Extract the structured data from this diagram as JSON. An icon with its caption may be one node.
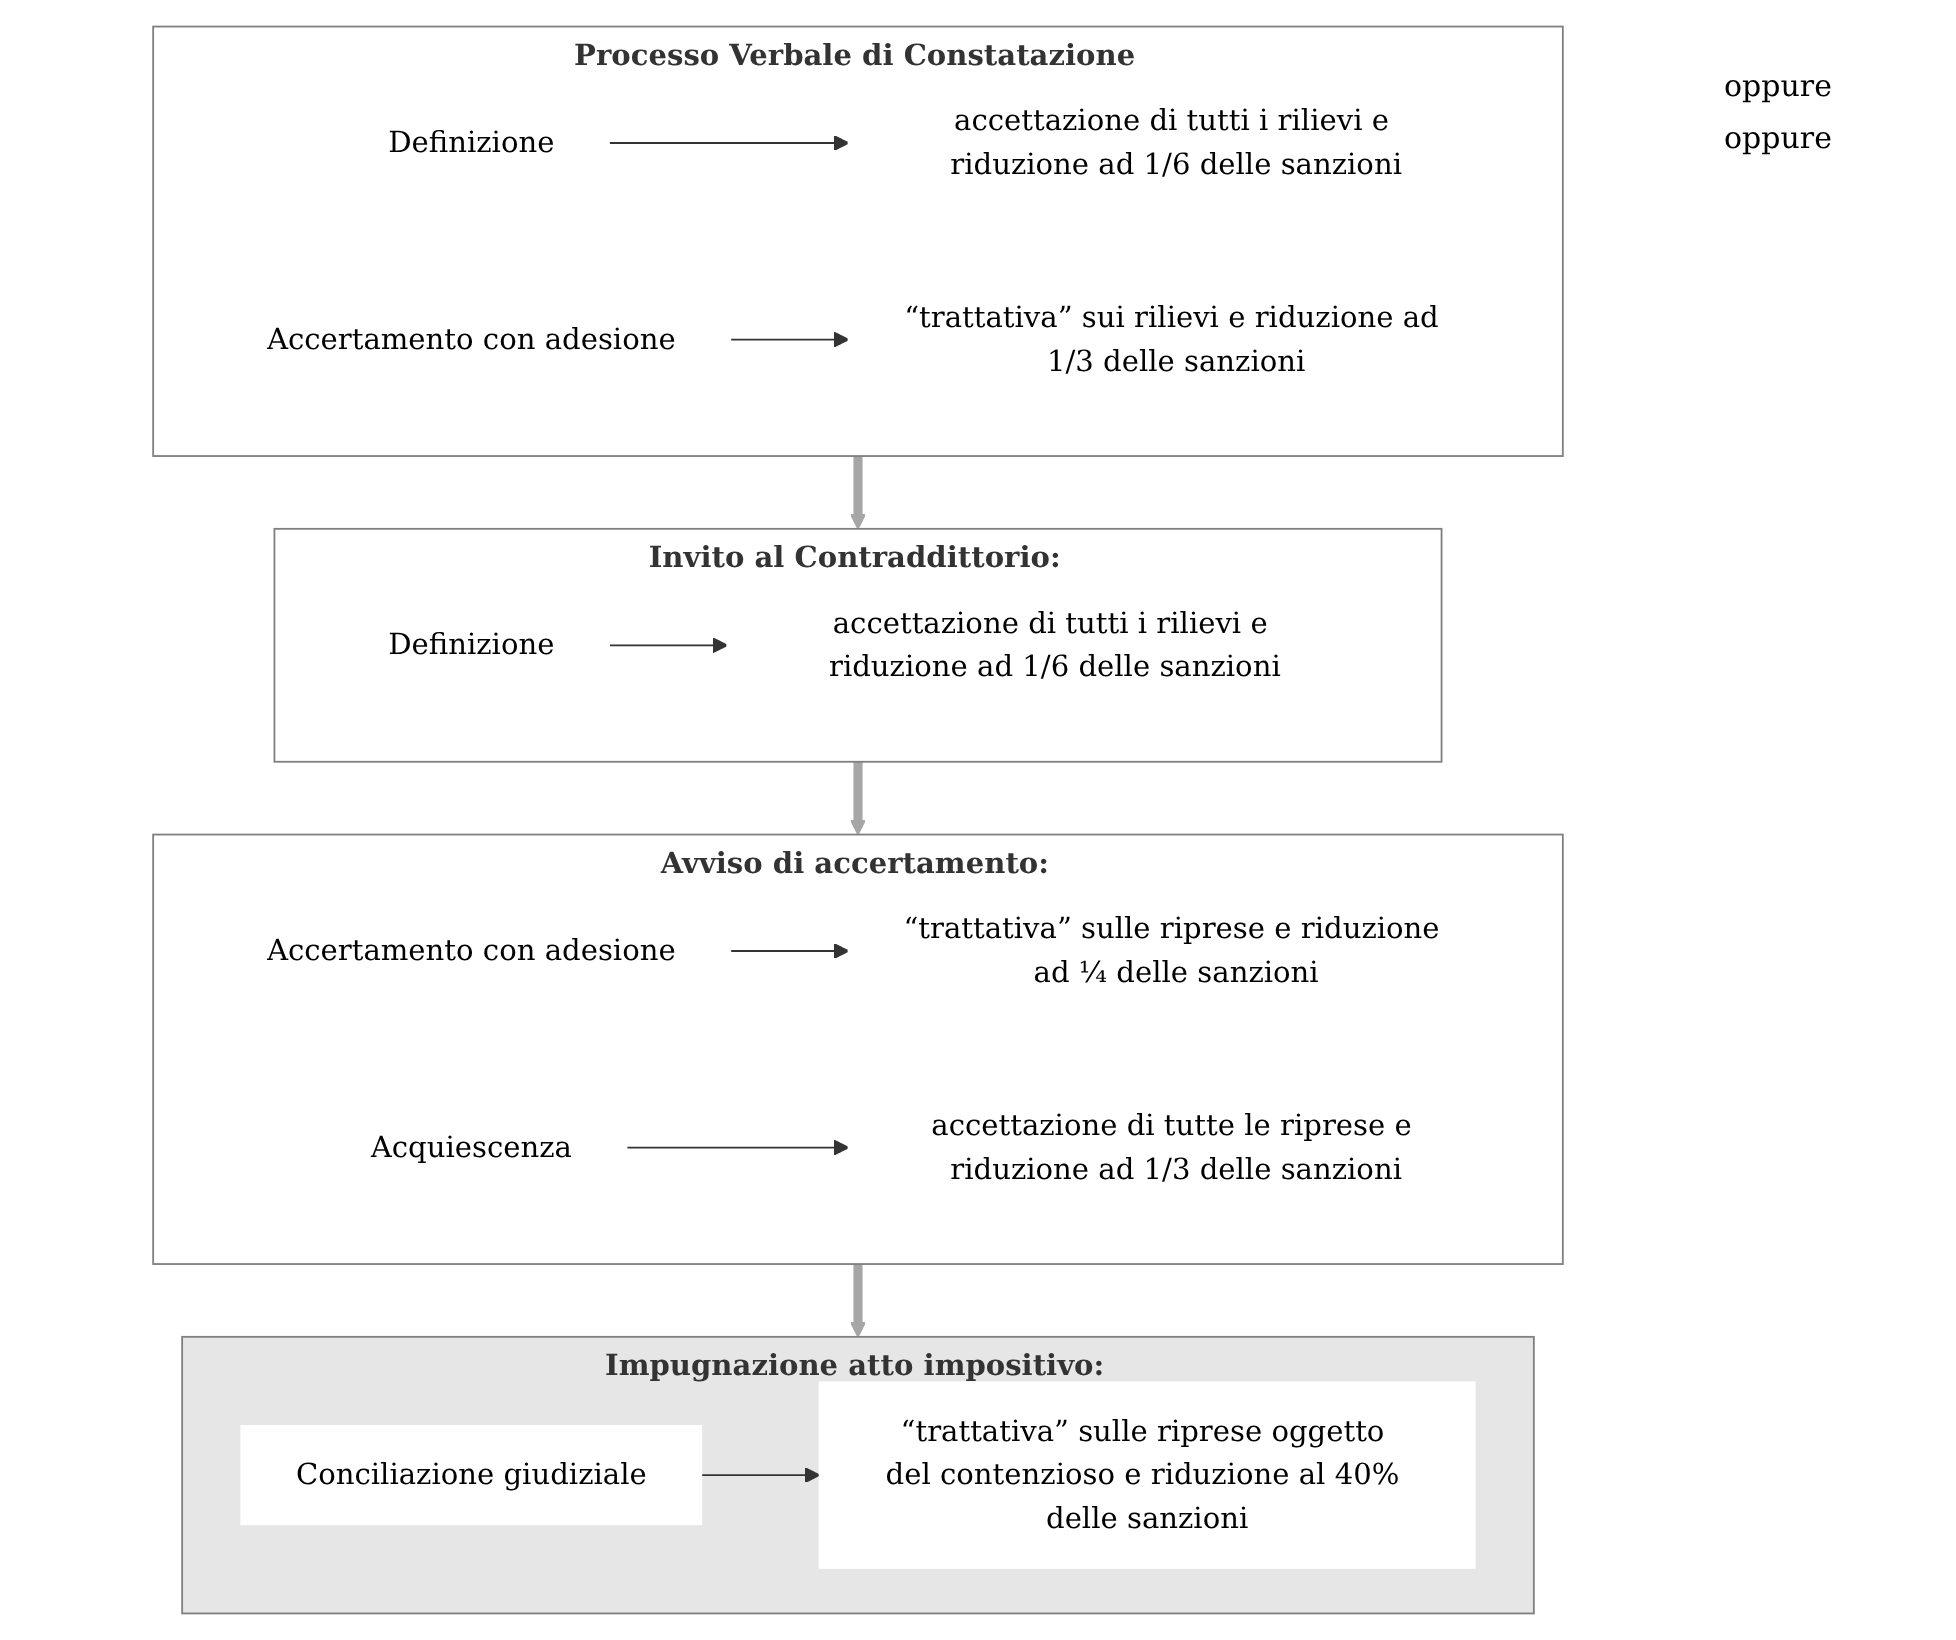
{
  "diagram": {
    "nodes": [
      {
        "text": [
          "Processo Verbale di Constatazione"
        ]
      },
      {
        "text": [
          "Definizione"
        ],
        "in": 0
      },
      {
        "text": [
          "accettazione di tutti i rilievi e riduzione ad 1/6 delle sanzioni"
        ],
        "in": 0
      },
      {
        "text": [
          "Accertamento con adesione"
        ],
        "in": 0
      },
      {
        "text": [
          "“trattativa” sui rilievi e riduzione ad 1/3 delle sanzioni"
        ],
        "in": 0
      },
      {
        "text": [
          "Invito al Contraddittorio:"
        ]
      },
      {
        "text": [
          "Definizione"
        ],
        "in": 5
      },
      {
        "text": [
          "accettazione di tutti i rilievi e riduzione ad 1/6 delle sanzioni"
        ],
        "in": 5
      },
      {
        "text": [
          "Avviso di accertamento:"
        ]
      },
      {
        "text": [
          "Accertamento con adesione"
        ],
        "in": 8
      },
      {
        "text": [
          "“trattativa” sulle riprese e riduzione ad ¼ delle sanzioni"
        ],
        "in": 8
      },
      {
        "text": [
          "Acquiescenza"
        ],
        "in": 8
      },
      {
        "text": [
          "accettazione di tutte le riprese e riduzione ad 1/3 delle sanzioni"
        ],
        "in": 8
      },
      {
        "text": [
          "Impugnazione atto impositivo:"
        ]
      },
      {
        "text": [
          "Conciliazione giudiziale"
        ],
        "in": 13
      },
      {
        "text": [
          "“trattativa” sulle riprese oggetto del contenzioso e riduzione al 40% delle sanzioni"
        ],
        "in": 13
      }
    ],
    "edges": [
      {
        "from": 1,
        "to": 2,
        "arrow": "to"
      },
      {
        "from": 3,
        "to": 4,
        "arrow": "to"
      },
      {
        "from": 0,
        "to": 5,
        "arrow": "to",
        "style": "thick",
        "color": "#a6a6a6"
      },
      {
        "from": 6,
        "to": 7,
        "arrow": "to"
      },
      {
        "from": 5,
        "to": 8,
        "arrow": "to",
        "style": "thick",
        "color": "#a6a6a6"
      },
      {
        "from": 9,
        "to": 10,
        "arrow": "to"
      },
      {
        "from": 11,
        "to": 12,
        "arrow": "to"
      },
      {
        "from": 8,
        "to": 13,
        "arrow": "to",
        "style": "thick",
        "color": "#a6a6a6"
      },
      {
        "from": 14,
        "to": 15,
        "arrow": "to"
      }
    ],
    "labels": [
      "oppure",
      "oppure"
    ]
  }
}
